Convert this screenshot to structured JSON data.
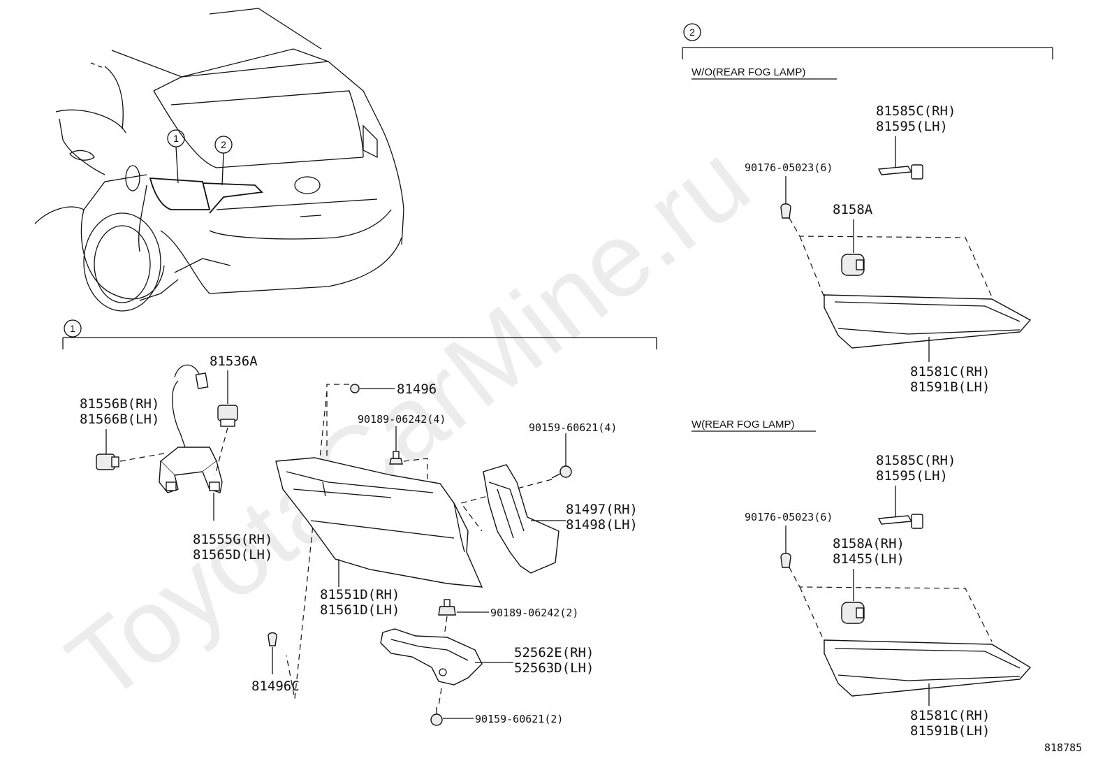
{
  "watermark": "ToyotaCarMine.ru",
  "diagram_ref": "818785",
  "callouts": {
    "one": "1",
    "two": "2"
  },
  "section1": {
    "parts": {
      "p81536A": "81536A",
      "p81556B_rh": "81556B(RH)",
      "p81566B_lh": "81566B(LH)",
      "p81555G_rh": "81555G(RH)",
      "p81565D_lh": "81565D(LH)",
      "p81496": "81496",
      "p90189_4": "90189-06242(4)",
      "p90159_4": "90159-60621(4)",
      "p81497_rh": "81497(RH)",
      "p81498_lh": "81498(LH)",
      "p81551D_rh": "81551D(RH)",
      "p81561D_lh": "81561D(LH)",
      "p90189_2": "90189-06242(2)",
      "p52562E_rh": "52562E(RH)",
      "p52563D_lh": "52563D(LH)",
      "p81496C": "81496C",
      "p90159_2": "90159-60621(2)"
    }
  },
  "section2": {
    "wo": {
      "header": "W/O(REAR FOG LAMP)",
      "p81585C_rh": "81585C(RH)",
      "p81595_lh": "81595(LH)",
      "p90176": "90176-05023(6)",
      "p8158A": "8158A",
      "p81581C_rh": "81581C(RH)",
      "p81591B_lh": "81591B(LH)"
    },
    "w": {
      "header": "W(REAR FOG LAMP)",
      "p81585C_rh": "81585C(RH)",
      "p81595_lh": "81595(LH)",
      "p90176": "90176-05023(6)",
      "p8158A_rh": "8158A(RH)",
      "p81455_lh": "81455(LH)",
      "p81581C_rh": "81581C(RH)",
      "p81591B_lh": "81591B(LH)"
    }
  }
}
